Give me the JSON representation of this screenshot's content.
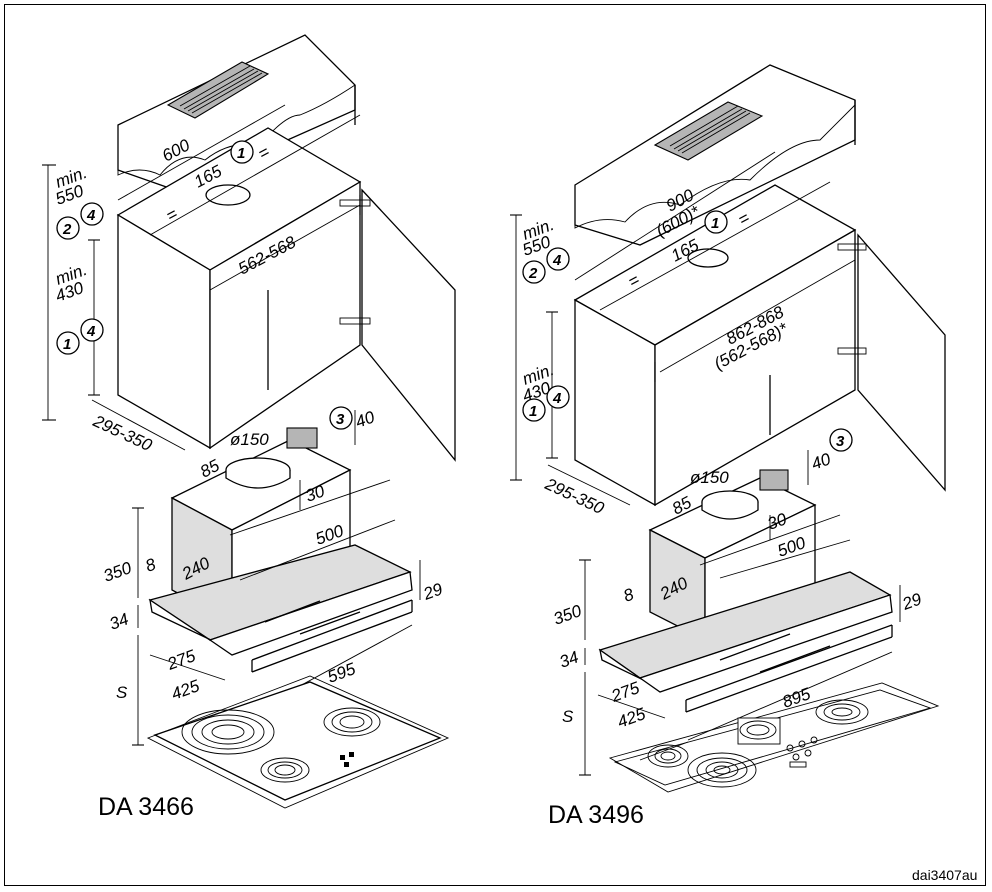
{
  "left": {
    "model": "DA 3466",
    "dims": {
      "width_top": "600",
      "center": "165",
      "equal": "=",
      "inner": "562-568",
      "min_top": "min.",
      "min_top_val": "550",
      "min_bottom": "min.",
      "min_bottom_val": "430",
      "depth": "295-350",
      "duct": "ø150",
      "d85": "85",
      "d30": "30",
      "d40": "40",
      "d500": "500",
      "d350": "350",
      "d8": "8",
      "d240": "240",
      "d29": "29",
      "d34": "34",
      "d275": "275",
      "d425": "425",
      "d595": "595",
      "s": "S"
    },
    "circles": [
      "1",
      "2",
      "4",
      "1",
      "4",
      "3"
    ]
  },
  "right": {
    "model": "DA 3496",
    "dims": {
      "width_top": "900",
      "width_top_alt": "(600)*",
      "center": "165",
      "equal": "=",
      "inner": "862-868",
      "inner_alt": "(562-568)*",
      "min_top": "min.",
      "min_top_val": "550",
      "min_bottom": "min.",
      "min_bottom_val": "430",
      "depth": "295-350",
      "duct": "ø150",
      "d85": "85",
      "d30": "30",
      "d40": "40",
      "d500": "500",
      "d350": "350",
      "d8": "8",
      "d240": "240",
      "d29": "29",
      "d34": "34",
      "d275": "275",
      "d425": "425",
      "d895": "895",
      "s": "S"
    },
    "circles": [
      "1",
      "2",
      "4",
      "1",
      "4",
      "3"
    ]
  },
  "figure_code": "dai3407au"
}
